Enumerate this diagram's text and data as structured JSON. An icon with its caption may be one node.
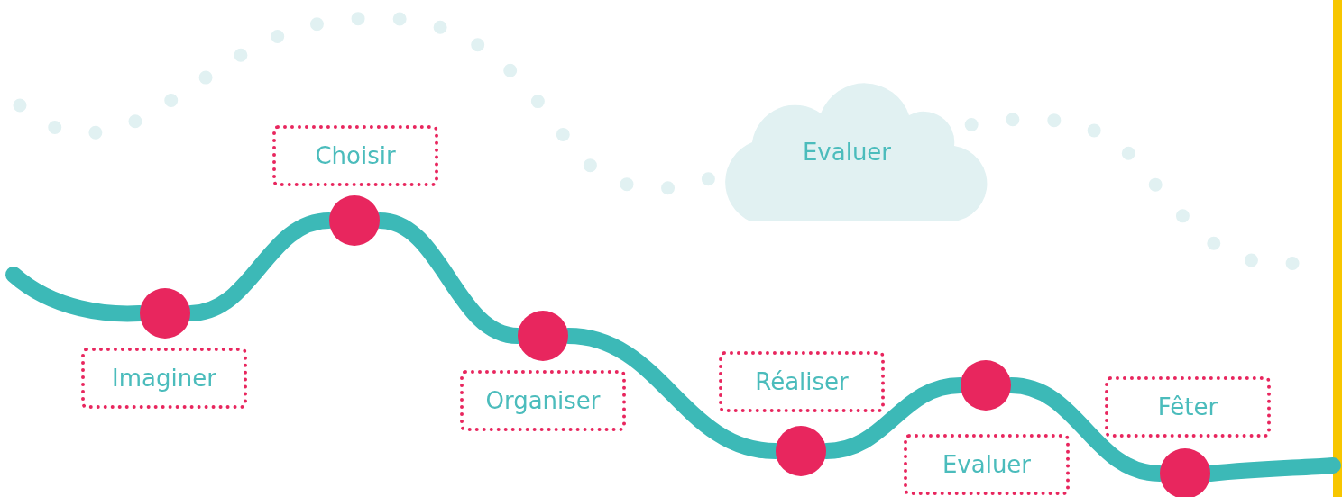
{
  "diagram": {
    "nodes": [
      {
        "text": [
          "Imaginer"
        ]
      },
      {
        "text": [
          "Choisir"
        ]
      },
      {
        "text": [
          "Organiser"
        ]
      },
      {
        "text": [
          "Evaluer"
        ]
      },
      {
        "text": [
          "Réaliser"
        ]
      },
      {
        "text": [
          "Evaluer"
        ]
      },
      {
        "text": [
          "Fêter"
        ]
      },
      {
        "text": [],
        "shape": "circle"
      },
      {
        "text": [],
        "shape": "circle"
      },
      {
        "text": [],
        "shape": "circle"
      },
      {
        "text": [],
        "shape": "circle"
      },
      {
        "text": [],
        "shape": "circle"
      },
      {
        "text": [],
        "shape": "circle"
      }
    ],
    "edges": [
      {
        "from": null,
        "to": 7,
        "arrow": "none"
      },
      {
        "from": 7,
        "to": 8,
        "arrow": "none"
      },
      {
        "from": 8,
        "to": 9,
        "arrow": "none"
      },
      {
        "from": 9,
        "to": 10,
        "arrow": "none"
      },
      {
        "from": 10,
        "to": 11,
        "arrow": "none"
      },
      {
        "from": 11,
        "to": 12,
        "arrow": "none"
      },
      {
        "from": 12,
        "to": null,
        "arrow": "none"
      },
      {
        "from": null,
        "to": 3,
        "arrow": "none",
        "style": "dashed",
        "color": "#e1f1f2"
      },
      {
        "from": 3,
        "to": null,
        "arrow": "none",
        "style": "dashed",
        "color": "#e1f1f2"
      }
    ]
  }
}
